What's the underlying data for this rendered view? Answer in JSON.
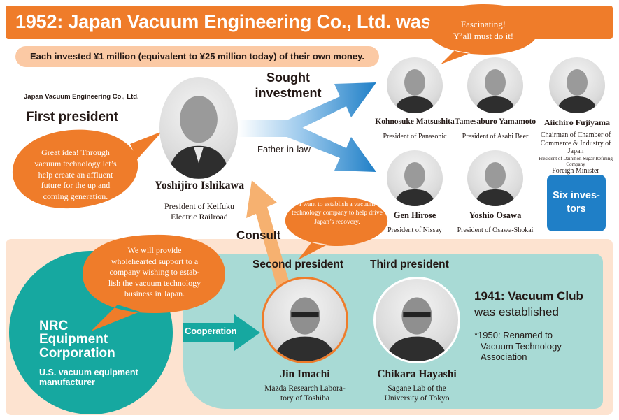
{
  "header": {
    "title": "1952: Japan Vacuum Engineering Co., Ltd. was founded"
  },
  "investment_note": "Each invested ¥1 million (equivalent to ¥25 million today) of their own money.",
  "founder": {
    "company": "Japan Vacuum Engineering Co., Ltd.",
    "title": "First president",
    "name": "Yoshijiro Ishikawa",
    "role_line1": "President of Keifuku",
    "role_line2": "Electric Railroad",
    "bubble_lines": [
      "Great idea! Through",
      "vacuum technology let’s",
      "help create an affluent",
      "future for the up and",
      "coming generation."
    ]
  },
  "flow": {
    "sought_line1": "Sought",
    "sought_line2": "investment",
    "father_in_law": "Father-in-law",
    "consult": "Consult",
    "cooperation": "Cooperation"
  },
  "investors_bubble": {
    "line1": "Fascinating!",
    "line2": "Y’all must do it!"
  },
  "investors": [
    {
      "name": "Kohnosuke Matsushita",
      "role": [
        "President of Panasonic"
      ]
    },
    {
      "name": "Tamesaburo Yamamoto",
      "role": [
        "President of Asahi Beer"
      ]
    },
    {
      "name": "Aiichiro Fujiyama",
      "role": [
        "Chairman of Chamber of",
        "Commerce & Industry of Japan",
        "President of Dainihon Sugar Refining Company",
        "Foreign Minister"
      ]
    },
    {
      "name": "Gen Hirose",
      "role": [
        "President of Nissay"
      ]
    },
    {
      "name": "Yoshio Osawa",
      "role": [
        "President of Osawa-Shokai"
      ]
    }
  ],
  "six_investors": {
    "line1": "Six inves-",
    "line2": "tors"
  },
  "imachi_bubble": [
    "I want to establish a vacuum",
    "technology company to help drive",
    "Japan’s recovery."
  ],
  "nrc": {
    "bubble_lines": [
      "We will provide",
      "wholehearted support to a",
      "company wishing to estab-",
      "lish the vacuum technology",
      "business in Japan."
    ],
    "name_line1": "NRC",
    "name_line2": "Equipment",
    "name_line3": "Corporation",
    "desc_line1": "U.S. vacuum equipment",
    "desc_line2": "manufacturer"
  },
  "second_president": {
    "title": "Second president",
    "name": "Jin Imachi",
    "role_line1": "Mazda Research Labora-",
    "role_line2": "tory of Toshiba"
  },
  "third_president": {
    "title": "Third president",
    "name": "Chikara Hayashi",
    "role_line1": "Sagane Lab of the",
    "role_line2": "University of Tokyo"
  },
  "vacuum_club": {
    "line1": "1941: Vacuum Club",
    "line2": "was established",
    "note_line1": "*1950: Renamed to",
    "note_line2": "Vacuum Technology",
    "note_line3": "Association"
  },
  "colors": {
    "orange": "#ef7c2a",
    "peach": "#fbc9a4",
    "bottom_bg": "#fde3d0",
    "mint": "#a8dad5",
    "teal": "#16a8a0",
    "blue": "#1f7fc7",
    "arrow_orange": "#f6b170"
  }
}
